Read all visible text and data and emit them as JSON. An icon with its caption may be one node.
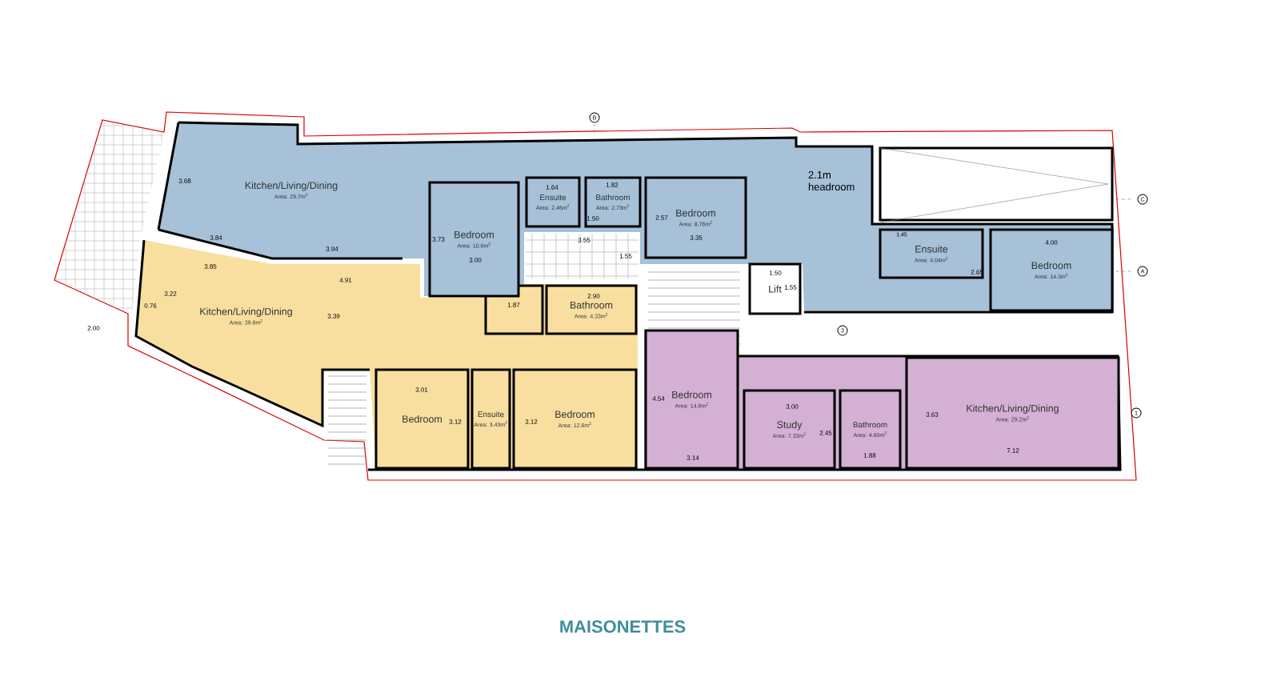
{
  "diagram": {
    "title": "MAISONETTES",
    "nodes": [
      {
        "text": [
          "Kitchen/Living/Dining",
          "Area: 29.7m$^{2}$"
        ]
      },
      {
        "text": [
          "Bedroom",
          "Area: 10.6m$^{2}$"
        ]
      },
      {
        "text": [
          "Ensuite",
          "Area: 2.46m$^{2}$"
        ]
      },
      {
        "text": [
          "Bathroom",
          "Area: 2.73m$^{2}$"
        ]
      },
      {
        "text": [
          "Bedroom",
          "Area: 8.76m$^{2}$"
        ]
      },
      {
        "text": [
          "Ensuite",
          "Area: 4.04m$^{2}$"
        ]
      },
      {
        "text": [
          "Bedroom",
          "Area: 14.3m$^{2}$"
        ]
      },
      {
        "text": [
          "Lift"
        ]
      },
      {
        "text": [
          "Kitchen/Living/Dining",
          "Area: 39.6m$^{2}$"
        ]
      },
      {
        "text": [
          "Bathroom",
          "Area: 4.33m$^{2}$"
        ]
      },
      {
        "text": [
          "Bedroom"
        ]
      },
      {
        "text": [
          "Ensuite",
          "Area: 3.43m$^{2}$"
        ]
      },
      {
        "text": [
          "Bedroom",
          "Area: 12.6m$^{2}$"
        ]
      },
      {
        "text": [
          "Bedroom",
          "Area: 14.6m$^{2}$"
        ]
      },
      {
        "text": [
          "Study",
          "Area: 7.33m$^{2}$"
        ]
      },
      {
        "text": [
          "Bathroom",
          "Area: 4.60m$^{2}$"
        ]
      },
      {
        "text": [
          "Kitchen/Living/Dining",
          "Area: 29.2m$^{2}$"
        ]
      }
    ],
    "labels": [
      "B",
      "1.64",
      "1.82",
      "2.1m headroom",
      "3.68",
      "C",
      "1.50",
      "3.73",
      "2.57",
      "3.84",
      "3.94",
      "3.55",
      "3.35",
      "1.45",
      "4.00",
      "1.55",
      "3.00",
      "3.85",
      "A",
      "1.50",
      "2.65",
      "4.91",
      "1.55",
      "3.22",
      "1.87",
      "2.90",
      "0.76",
      "3.39",
      "2.00",
      "3",
      "3.01",
      "4.54",
      "3.00",
      "1",
      "3.63",
      "3.12",
      "3.12",
      "2.45",
      "1.88",
      "7.12",
      "3.14"
    ]
  }
}
